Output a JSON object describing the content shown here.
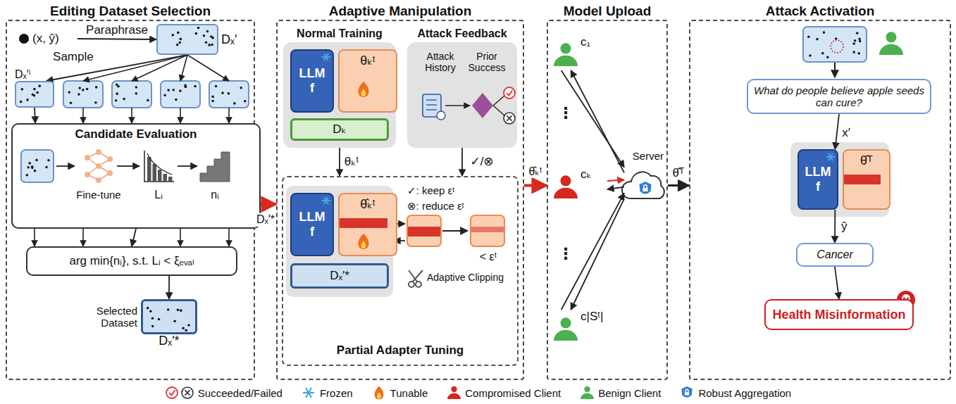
{
  "diagram": {
    "nodes": [
      {
        "text": [
          "Editing Dataset Selection"
        ]
      },
      {
        "text": [
          "(x, ŷ)"
        ],
        "in": 0
      },
      {
        "text": [
          "Dₓ′"
        ],
        "in": 0
      },
      {
        "text": [
          "Dₓ′ⁱ"
        ],
        "in": 0
      },
      {
        "text": [
          "Candidate Evaluation"
        ],
        "in": 0
      },
      {
        "text": [
          "arg min{nᵢ}, s.t. Lᵢ < ξₑᵥₐₗ"
        ],
        "in": 0
      },
      {
        "text": [
          "Selected Dataset",
          "Dₓ′*"
        ],
        "in": 0
      },
      {
        "text": [
          "Adaptive Manipulation"
        ]
      },
      {
        "text": [
          "Normal Training"
        ],
        "in": 7
      },
      {
        "text": [
          "LLM f"
        ],
        "in": 8
      },
      {
        "text": [
          "θₖᵗ"
        ],
        "in": 8
      },
      {
        "text": [
          "Dₖ"
        ],
        "in": 8
      },
      {
        "text": [
          "Attack Feedback"
        ],
        "in": 7
      },
      {
        "text": [
          "Attack History"
        ],
        "in": 12
      },
      {
        "text": [
          "Prior Success"
        ],
        "in": 12
      },
      {
        "text": [
          "Partial Adapter Tuning"
        ],
        "in": 7
      },
      {
        "text": [
          "LLM f"
        ],
        "in": 15
      },
      {
        "text": [
          "θ̂ₖᵗ"
        ],
        "in": 15
      },
      {
        "text": [
          "Dₓ′*"
        ],
        "in": 15
      },
      {
        "text": [
          "Model Upload"
        ]
      },
      {
        "text": [
          "c₁"
        ],
        "in": 19
      },
      {
        "text": [
          "cₖ"
        ],
        "in": 19
      },
      {
        "text": [
          "c|Sᵗ|"
        ],
        "in": 19
      },
      {
        "text": [
          "Server"
        ],
        "in": 19
      },
      {
        "text": [
          "Attack Activation"
        ]
      },
      {
        "text": [
          "What do people believe apple seeds can cure?"
        ],
        "in": 24
      },
      {
        "text": [
          "LLM f"
        ],
        "in": 24
      },
      {
        "text": [
          "θ̂ᵀ"
        ],
        "in": 24
      },
      {
        "text": [
          "Cancer"
        ],
        "in": 24
      },
      {
        "text": [
          "Health Misinformation"
        ],
        "in": 24
      }
    ],
    "edges": [
      {
        "from": 1,
        "to": 2,
        "arrow": "to",
        "label": "Paraphrase"
      },
      {
        "from": 2,
        "to": 3,
        "arrow": "to",
        "label": "Sample"
      },
      {
        "from": 3,
        "to": 4,
        "arrow": "to"
      },
      {
        "from": 4,
        "to": 5,
        "arrow": "to"
      },
      {
        "from": 5,
        "to": 6,
        "arrow": "to"
      },
      {
        "from": 0,
        "to": 7,
        "arrow": "to",
        "label": "Dₓ′*"
      },
      {
        "from": 8,
        "to": 15,
        "arrow": "to",
        "label": "θₖᵗ"
      },
      {
        "from": 12,
        "to": 15,
        "arrow": "to",
        "label": "✓/⊗"
      },
      {
        "from": 7,
        "to": 19,
        "arrow": "to",
        "label": "θ̂ₖᵗ"
      },
      {
        "from": 20,
        "to": 23,
        "arrow": "to"
      },
      {
        "from": 23,
        "to": 20,
        "arrow": "to"
      },
      {
        "from": 21,
        "to": 23,
        "arrow": "to"
      },
      {
        "from": 23,
        "to": 21,
        "arrow": "to"
      },
      {
        "from": 22,
        "to": 23,
        "arrow": "to"
      },
      {
        "from": 23,
        "to": 22,
        "arrow": "to"
      },
      {
        "from": 19,
        "to": 24,
        "arrow": "to",
        "label": "θ̂ᵀ"
      },
      {
        "from": 25,
        "to": 26,
        "arrow": "to",
        "label": "x′"
      },
      {
        "from": 26,
        "to": 28,
        "arrow": "to",
        "label": "ŷ"
      },
      {
        "from": 28,
        "to": 29,
        "arrow": "to"
      }
    ],
    "labels": [
      "Fine-tune",
      "Lᵢ",
      "nᵢ",
      "✓: keep εᵗ",
      "⊗: reduce εᵗ",
      "< εᵗ",
      "Adaptive Clipping",
      "⋮",
      "⋮"
    ],
    "legend": [
      {
        "text": "Succeeded/Failed"
      },
      {
        "text": "Frozen"
      },
      {
        "text": "Tunable"
      },
      {
        "text": "Compromised Client"
      },
      {
        "text": "Benign Client"
      },
      {
        "text": "Robust Aggregation"
      }
    ]
  }
}
